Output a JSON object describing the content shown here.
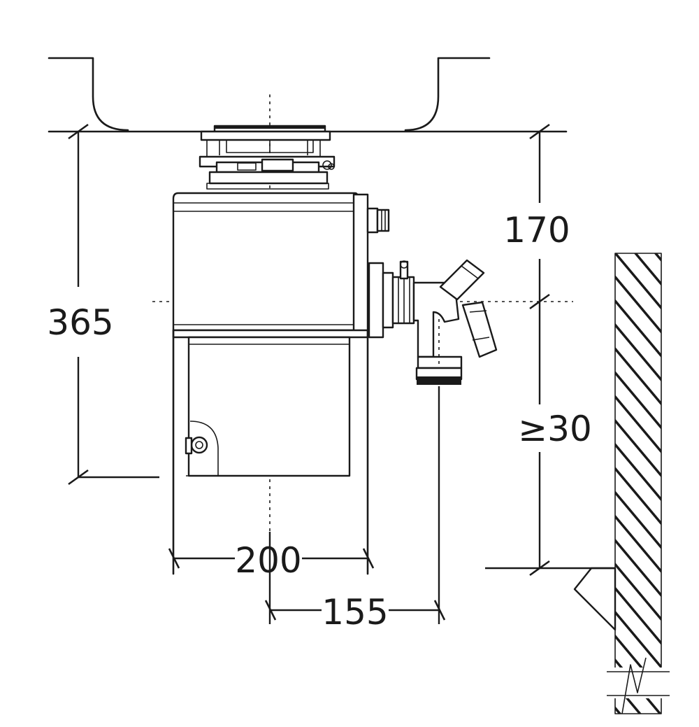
{
  "dimensions": {
    "height_total": "365",
    "sink_to_outlet": "170",
    "outlet_to_drain_min": "≥30",
    "width": "200",
    "axis_to_outlet": "155"
  }
}
